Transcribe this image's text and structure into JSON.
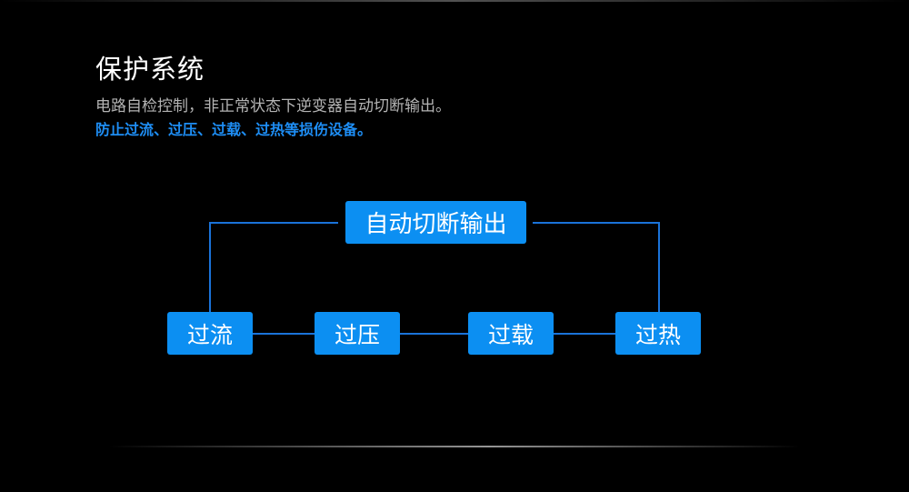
{
  "header": {
    "title": "保护系统",
    "description": "电路自检控制，非正常状态下逆变器自动切断输出。",
    "highlight": "防止过流、过压、过载、过热等损伤设备。"
  },
  "diagram": {
    "top_node": "自动切断输出",
    "nodes": [
      "过流",
      "过压",
      "过载",
      "过热"
    ]
  },
  "colors": {
    "background": "#000000",
    "node_fill": "#0c8ff2",
    "connector": "#1a73d9",
    "highlight_text": "#1e8ef5",
    "description_text": "#b4b4b4"
  }
}
